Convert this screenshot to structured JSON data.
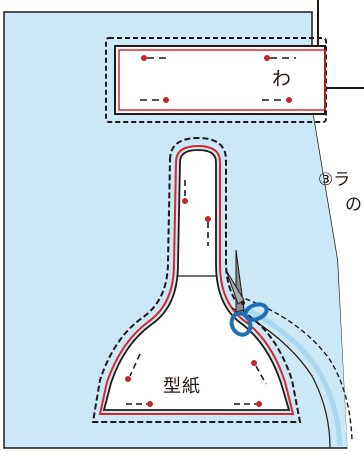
{
  "labels": {
    "fold_mark": "わ",
    "pattern": "型紙",
    "step_text_line1": "③ラ",
    "step_text_line2": "の"
  },
  "colors": {
    "fabric": "#cbe8f6",
    "outline": "#231815",
    "cut_line": "#d7262d",
    "pin_head": "#c1272d",
    "scissors_handle": "#1f6fb3",
    "scissors_blade": "#8a8d91"
  },
  "icons": {
    "scissors": "scissors-icon",
    "pin": "pin-icon"
  }
}
